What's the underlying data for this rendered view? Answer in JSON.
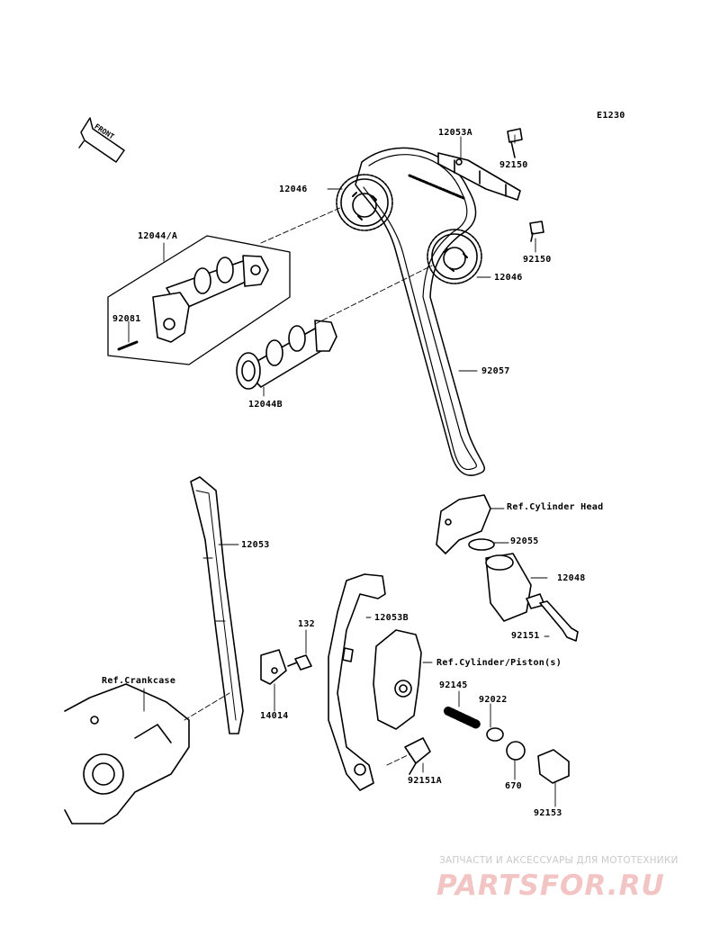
{
  "diagram": {
    "code": "E1230",
    "front_label": "FRONT",
    "parts": {
      "p12053A": "12053A",
      "p92150_top": "92150",
      "p12046_top": "12046",
      "p12044A": "12044/A",
      "p92150_mid": "92150",
      "p12046_mid": "12046",
      "p92081": "92081",
      "p92057": "92057",
      "p12044B": "12044B",
      "ref_cyl_head": "Ref.Cylinder Head",
      "p12053": "12053",
      "p92055": "92055",
      "p12048": "12048",
      "p12053B": "12053B",
      "p132": "132",
      "p92151": "92151",
      "ref_cyl_piston": "Ref.Cylinder/Piston(s)",
      "ref_crankcase": "Ref.Crankcase",
      "p92145": "92145",
      "p92022": "92022",
      "p14014": "14014",
      "p92151A": "92151A",
      "p670": "670",
      "p92153": "92153"
    }
  },
  "watermark": {
    "subtitle": "ЗАПЧАСТИ И АКСЕССУАРЫ ДЛЯ МОТОТЕХНИКИ",
    "logo": "PARTSFOR.RU"
  }
}
